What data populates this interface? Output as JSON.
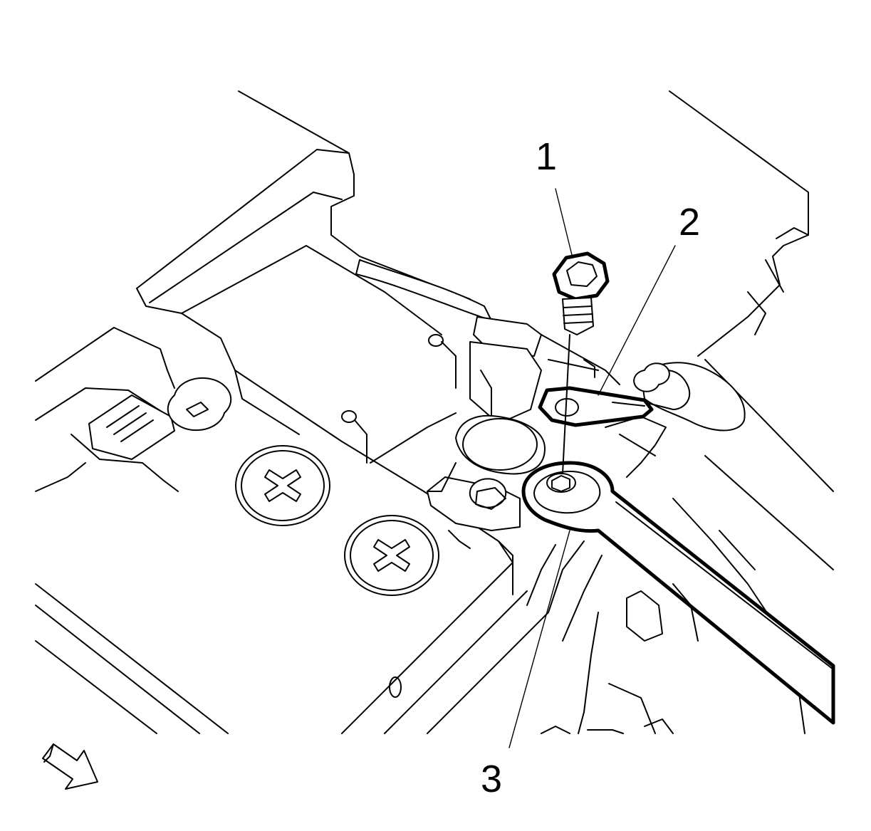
{
  "callouts": [
    {
      "id": "1",
      "label": "1"
    },
    {
      "id": "2",
      "label": "2"
    },
    {
      "id": "3",
      "label": "3"
    }
  ],
  "icons": {
    "view_direction": "arrow-icon"
  },
  "colors": {
    "line": "#000000",
    "background": "#ffffff"
  }
}
